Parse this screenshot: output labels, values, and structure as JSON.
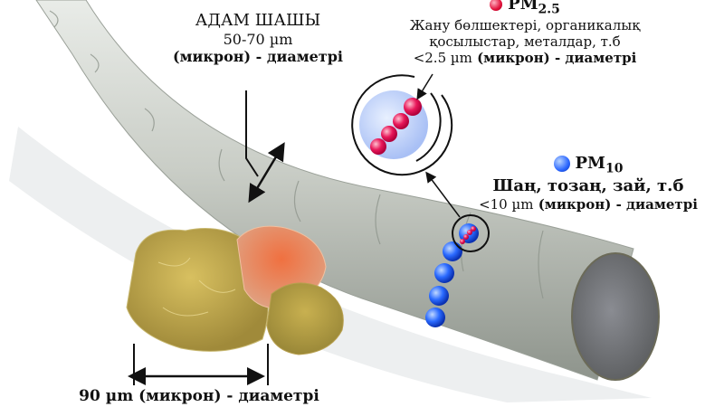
{
  "hair": {
    "title": "АДАМ ШАШЫ",
    "size": "50-70 µm",
    "desc": "(микрон) - диаметрі"
  },
  "pm25": {
    "label": "PM",
    "sub": "2.5",
    "line1": "Жану бөлшектері,  органикалық",
    "line2": "қосылыстар, металдар, т.б",
    "size": "<2.5 µm",
    "desc": " (микрон) - диаметрі",
    "color": "#e0103a"
  },
  "pm10": {
    "label": "PM",
    "sub": "10",
    "line1": "Шаң, тозаң, зай, т.б",
    "size": "<10 µm",
    "desc": " (микрон) - диаметрі",
    "color": "#2a66ff"
  },
  "sand": {
    "caption": "90 µm (микрон) - диаметрі"
  }
}
